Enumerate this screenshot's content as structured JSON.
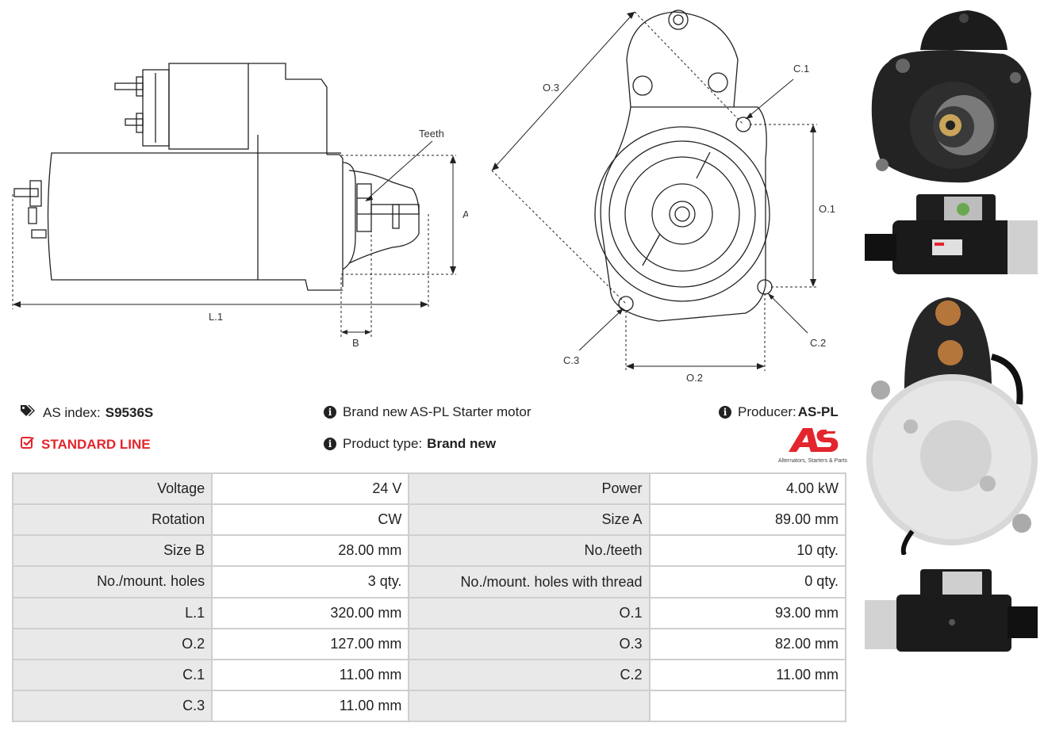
{
  "drawing": {
    "teeth_label": "Teeth",
    "a_label": "A",
    "b_label": "B",
    "l1_label": "L.1",
    "o1_label": "O.1",
    "o2_label": "O.2",
    "o3_label": "O.3",
    "c1_label": "C.1",
    "c2_label": "C.2",
    "c3_label": "C.3"
  },
  "info": {
    "as_index_label": "AS index:",
    "as_index_value": "S9536S",
    "standard_line": "STANDARD LINE",
    "description": "Brand new AS-PL Starter motor",
    "product_type_label": "Product type:",
    "product_type_value": "Brand new",
    "producer_label": "Producer:",
    "producer_value": "AS-PL",
    "logo_text": "AS",
    "logo_tagline": "Alternators, Starters & Parts"
  },
  "specs": [
    {
      "k1": "Voltage",
      "v1": "24 V",
      "k2": "Power",
      "v2": "4.00 kW"
    },
    {
      "k1": "Rotation",
      "v1": "CW",
      "k2": "Size A",
      "v2": "89.00 mm"
    },
    {
      "k1": "Size B",
      "v1": "28.00 mm",
      "k2": "No./teeth",
      "v2": "10 qty."
    },
    {
      "k1": "No./mount. holes",
      "v1": "3 qty.",
      "k2": "No./mount. holes with thread",
      "v2": "0 qty."
    },
    {
      "k1": "L.1",
      "v1": "320.00 mm",
      "k2": "O.1",
      "v2": "93.00 mm"
    },
    {
      "k1": "O.2",
      "v1": "127.00 mm",
      "k2": "O.3",
      "v2": "82.00 mm"
    },
    {
      "k1": "C.1",
      "v1": "11.00 mm",
      "k2": "C.2",
      "v2": "11.00 mm"
    },
    {
      "k1": "C.3",
      "v1": "11.00 mm",
      "k2": "",
      "v2": ""
    }
  ],
  "colors": {
    "accent_red": "#e3262d",
    "table_header_bg": "#e9e9e9",
    "table_border": "#cfcfcf"
  },
  "icons": [
    "tags-icon",
    "info-icon",
    "check-square-icon"
  ]
}
